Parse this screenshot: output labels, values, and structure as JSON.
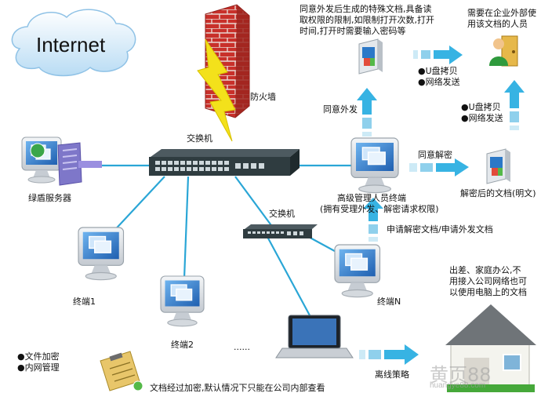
{
  "colors": {
    "link": "#2aa6d6",
    "flow_arrow": "#37b3e3",
    "firewall": "#c8302a",
    "lightning": "#f3e11b",
    "switch": "#2f3c40",
    "monitor_frame": "#d9dde2",
    "monitor_screen": "#2b78c7",
    "house_roof": "#6f7478",
    "grass": "#46a83a"
  },
  "labels": {
    "internet": "Internet",
    "firewall": "防火墙",
    "switch_main": "交换机",
    "switch_secondary": "交换机",
    "green_shield_server": "绿盾服务器",
    "terminal_1": "终端1",
    "terminal_2": "终端2",
    "terminal_n": "终端N",
    "ellipsis": "......",
    "admin_terminal_line1": "高级管理人员终端",
    "admin_terminal_line2": "(拥有受理外发、解密请求权限)",
    "special_doc_desc": "同意外发后生成的特殊文档,具备读取权限的限制,如限制打开次数,打开时间,打开时需要输入密码等",
    "external_user": "需要在企业外部使用该文档的人员",
    "agree_send": "同意外发",
    "agree_decrypt": "同意解密",
    "decrypted_doc": "解密后的文档(明文)",
    "apply_decrypt": "申请解密文档/申请外发文档",
    "usb_copy_top": "●U盘拷贝",
    "network_send_top": "●网络发送",
    "usb_copy_right": "●U盘拷贝",
    "network_send_right": "●网络发送",
    "file_encrypt": "●文件加密",
    "intranet_mgmt": "●内网管理",
    "doc_encrypted_note": "文档经过加密,默认情况下只能在公司内部查看",
    "offline_policy": "离线策略",
    "remote_office": "出差、家庭办公,不用接入公司网络也可以使用电脑上的文档",
    "watermark_cn": "黄页88",
    "watermark_en": "huangye88.com"
  }
}
